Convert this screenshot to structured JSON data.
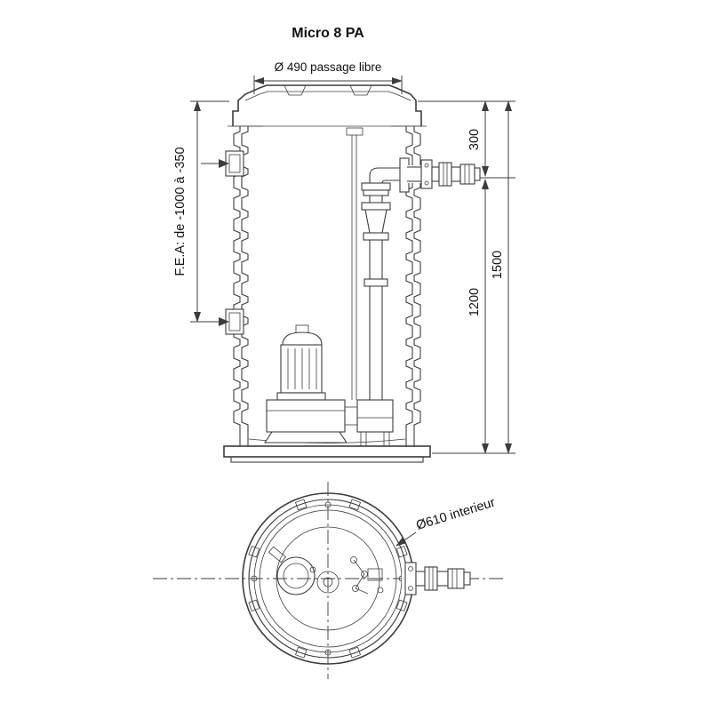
{
  "title": "Micro 8 PA",
  "elevation": {
    "dim_top": "Ø 490 passage libre",
    "dim_fea": "F.E.A: de -1000 à -350",
    "dim_outlet_height": "300",
    "dim_inlet_depth": "1200",
    "dim_total_height": "1500"
  },
  "plan": {
    "dim_inner_diameter": "Ø610 interieur"
  },
  "colors": {
    "line": "#3c3c3c",
    "text": "#111111",
    "background": "#ffffff"
  }
}
